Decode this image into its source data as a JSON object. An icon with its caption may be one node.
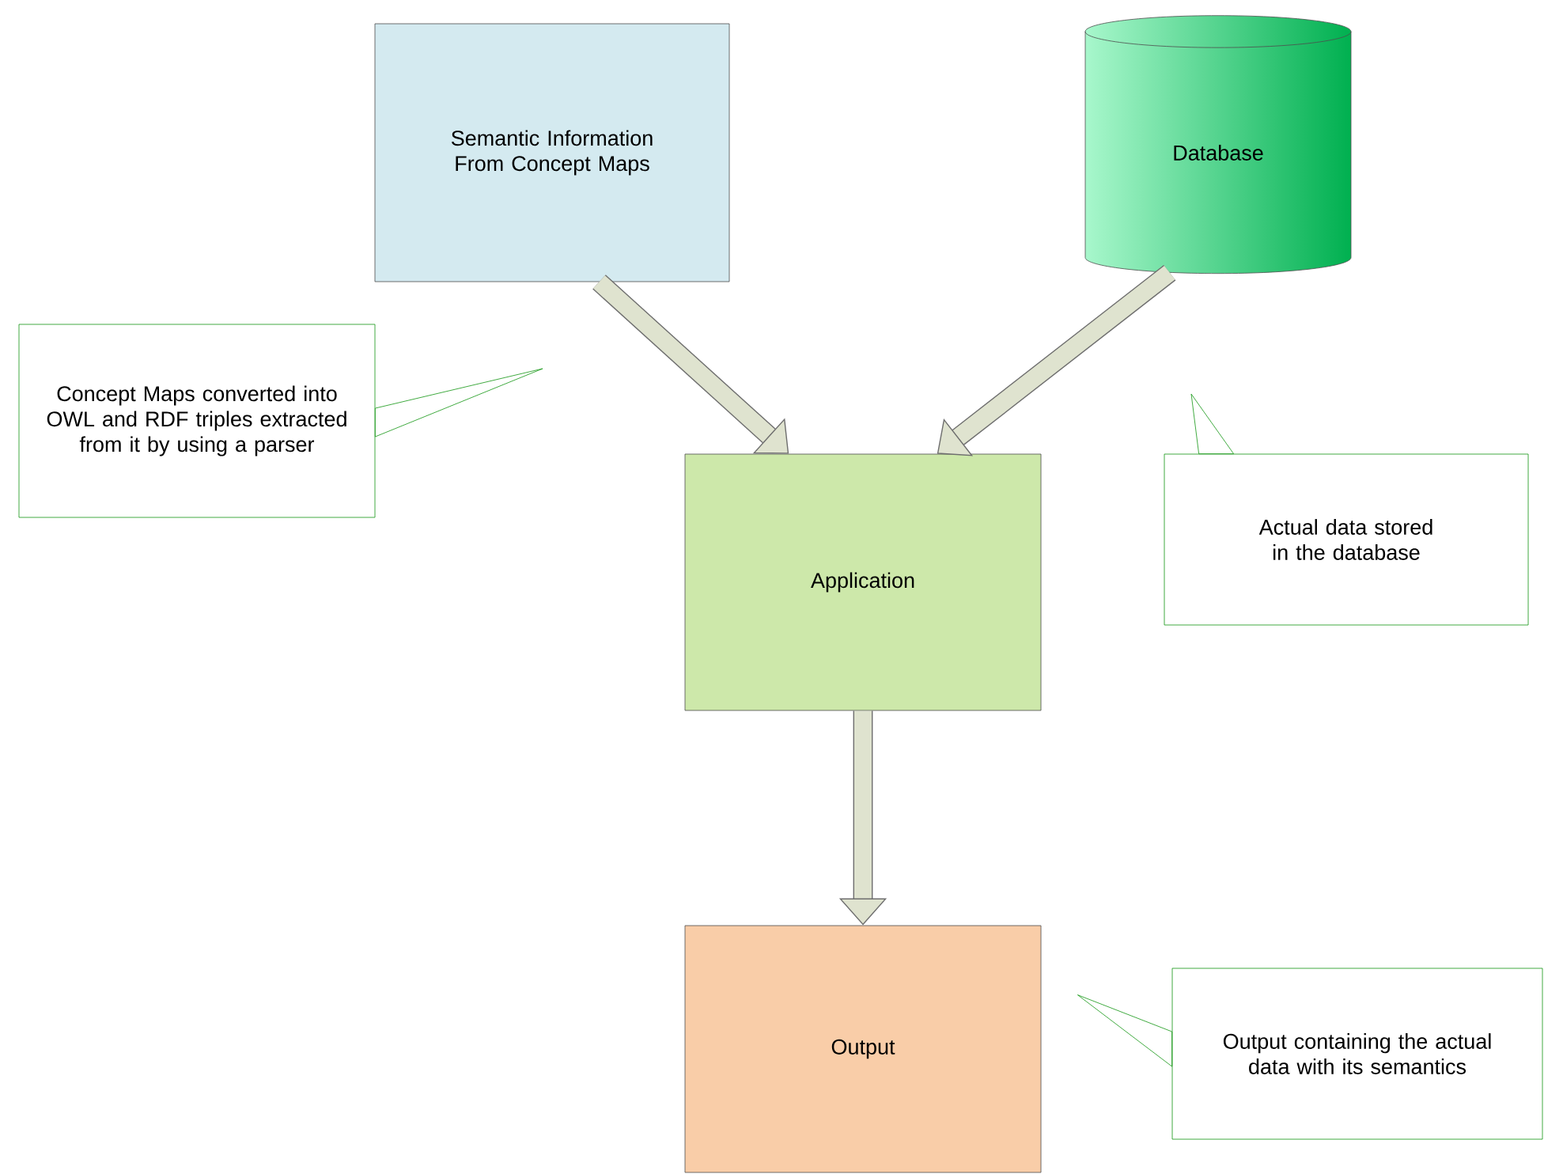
{
  "diagram": {
    "nodes": [
      {
        "text": [
          "Semantic Information From Concept Maps"
        ]
      },
      {
        "text": [
          "Database"
        ]
      },
      {
        "text": [
          "Application"
        ]
      },
      {
        "text": [
          "Output"
        ]
      },
      {
        "text": [
          "Concept Maps converted into OWL and RDF triples extracted from it by using a parser"
        ]
      },
      {
        "text": [
          "Actual data stored in the database"
        ]
      },
      {
        "text": [
          "Output containing the actual data with its semantics"
        ]
      }
    ],
    "edges": [
      {
        "from": 0,
        "to": 2,
        "arrow": "to"
      },
      {
        "from": 1,
        "to": 2,
        "arrow": "to"
      },
      {
        "from": 2,
        "to": 3,
        "arrow": "to"
      },
      {
        "from": 4,
        "to": null,
        "arrow": "to",
        "color": "#129612"
      },
      {
        "from": 5,
        "to": null,
        "arrow": "to",
        "color": "#129612"
      },
      {
        "from": 6,
        "to": 3,
        "arrow": "none",
        "color": "#129612"
      }
    ]
  }
}
